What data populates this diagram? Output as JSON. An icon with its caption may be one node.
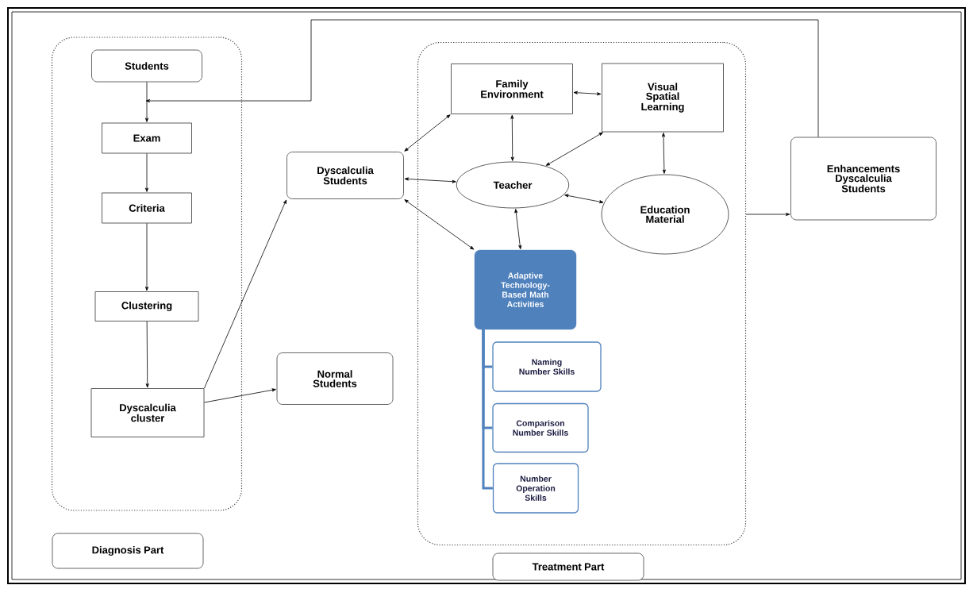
{
  "diagram": {
    "nodes": [
      {
        "text": [],
        "shape": "box"
      },
      {
        "text": [
          "Students"
        ],
        "in": 0
      },
      {
        "text": [
          "Exam"
        ],
        "in": 0
      },
      {
        "text": [
          "Criteria"
        ],
        "in": 0
      },
      {
        "text": [
          "Clustering"
        ],
        "in": 0
      },
      {
        "text": [
          "Dyscalculia cluster"
        ],
        "in": 0
      },
      {
        "text": [
          "Diagnosis Part"
        ]
      },
      {
        "text": [
          "Dyscalculia Students"
        ]
      },
      {
        "text": [
          "Normal Students"
        ]
      },
      {
        "text": [],
        "shape": "box"
      },
      {
        "text": [
          "Family Environment"
        ],
        "in": 9
      },
      {
        "text": [
          "Visual Spatial Learning"
        ],
        "in": 9
      },
      {
        "text": [
          "Teacher"
        ],
        "in": 9
      },
      {
        "text": [
          "Education Material"
        ],
        "in": 9
      },
      {
        "text": [
          "Adaptive Technology-Based Math Activities"
        ],
        "in": 9
      },
      {
        "text": [
          "Naming Number Skills"
        ],
        "in": 9
      },
      {
        "text": [
          "Comparison Number Skills"
        ],
        "in": 9
      },
      {
        "text": [
          "Number Operation Skills"
        ],
        "in": 9
      },
      {
        "text": [
          "Treatment Part"
        ]
      },
      {
        "text": [
          "Enhancements Dyscalculia Students"
        ]
      }
    ],
    "edges": [
      {
        "from": 1,
        "to": 2,
        "arrow": "to"
      },
      {
        "from": 2,
        "to": 3,
        "arrow": "to"
      },
      {
        "from": 3,
        "to": 4,
        "arrow": "to"
      },
      {
        "from": 4,
        "to": 5,
        "arrow": "to"
      },
      {
        "from": 5,
        "to": 7,
        "arrow": "to"
      },
      {
        "from": 5,
        "to": 8,
        "arrow": "to"
      },
      {
        "from": 19,
        "to": null,
        "arrow": "to"
      },
      {
        "from": 7,
        "to": 10,
        "arrow": "both"
      },
      {
        "from": 7,
        "to": 12,
        "arrow": "both"
      },
      {
        "from": 7,
        "to": 14,
        "arrow": "both"
      },
      {
        "from": 10,
        "to": 11,
        "arrow": "both"
      },
      {
        "from": 10,
        "to": 12,
        "arrow": "both"
      },
      {
        "from": 11,
        "to": 12,
        "arrow": "both"
      },
      {
        "from": 11,
        "to": 13,
        "arrow": "both"
      },
      {
        "from": 12,
        "to": 13,
        "arrow": "both"
      },
      {
        "from": 12,
        "to": 14,
        "arrow": "both"
      },
      {
        "from": 14,
        "to": 15,
        "arrow": "none",
        "style": "thick",
        "color": "#4f81bd"
      },
      {
        "from": 14,
        "to": 16,
        "arrow": "none",
        "style": "thick",
        "color": "#4f81bd"
      },
      {
        "from": 14,
        "to": 17,
        "arrow": "none",
        "style": "thick",
        "color": "#4f81bd"
      },
      {
        "from": 9,
        "to": 19,
        "arrow": "to"
      }
    ]
  }
}
